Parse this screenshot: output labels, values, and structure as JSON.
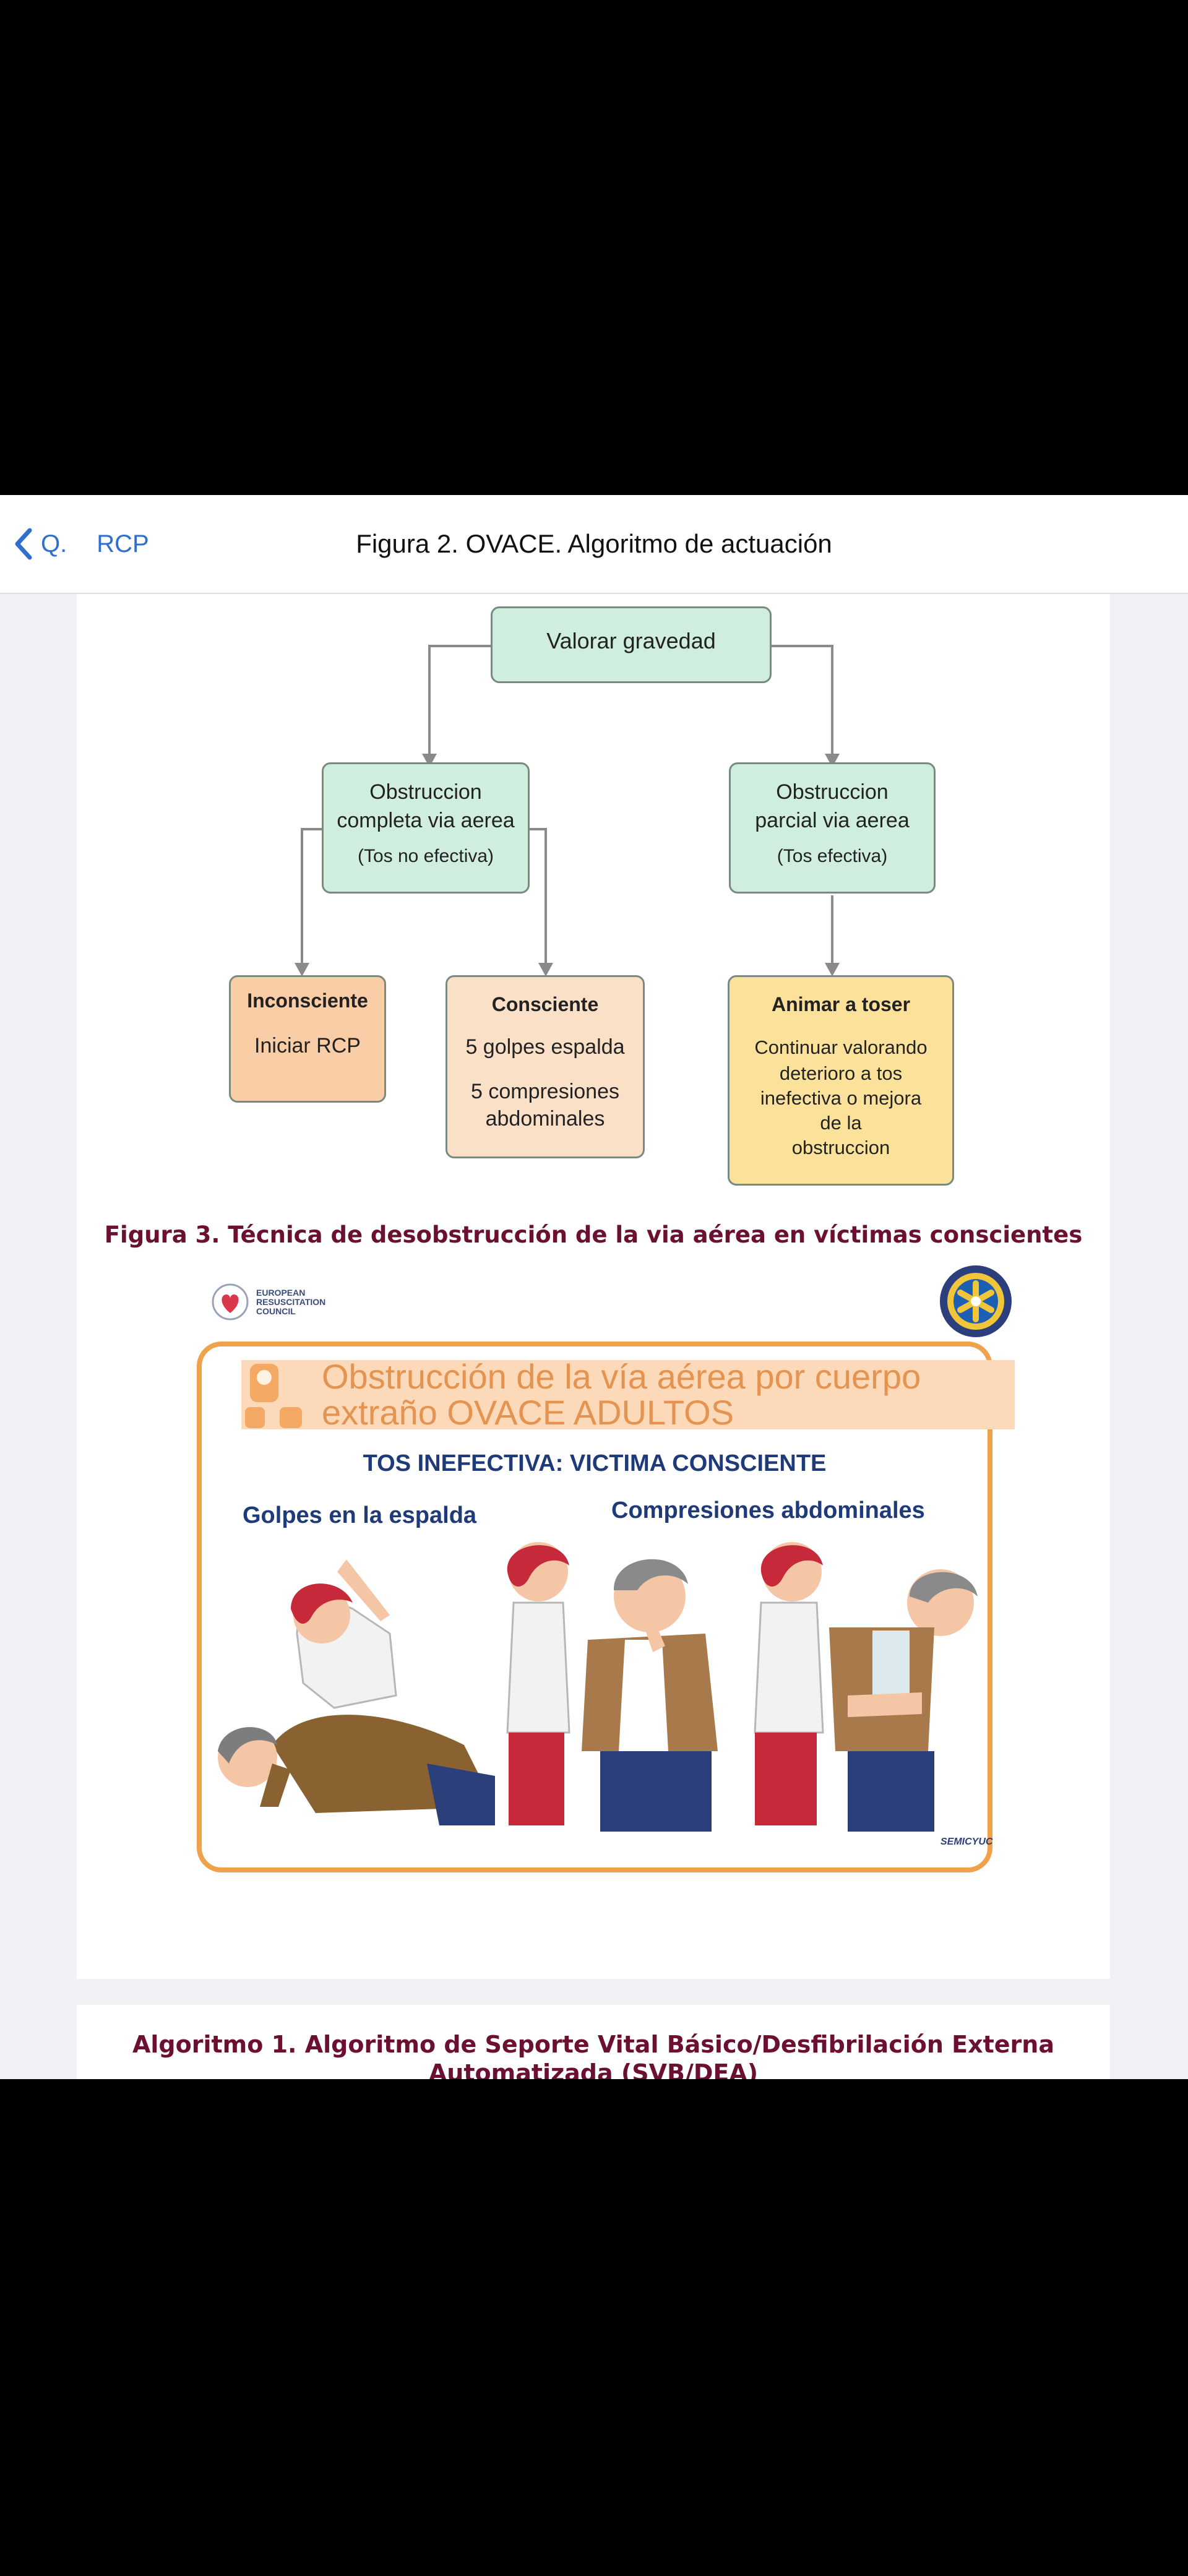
{
  "header": {
    "back_label": "Q.",
    "crumb_label": "RCP",
    "title": "Figura 2. OVACE. Algoritmo de actuación"
  },
  "flowchart": {
    "top": "Valorar gravedad",
    "complete": {
      "line1": "Obstruccion",
      "line2": "completa via aerea",
      "line3": "(Tos no efectiva)"
    },
    "partial": {
      "line1": "Obstruccion",
      "line2": "parcial via aerea",
      "line3": "(Tos efectiva)"
    },
    "unconscious": {
      "title": "Inconsciente",
      "line1": "Iniciar RCP"
    },
    "conscious": {
      "title": "Consciente",
      "line1": "5 golpes espalda",
      "line2": "5 compresiones",
      "line3": "abdominales"
    },
    "cough": {
      "title": "Animar a toser",
      "line1": "Continuar valorando",
      "line2": "deterioro a tos",
      "line3": "inefectiva o mejora",
      "line4": "de la",
      "line5": "obstruccion"
    }
  },
  "figure3": {
    "caption": "Figura 3. Técnica de desobstrucción de la via aérea en víctimas conscientes",
    "erc_line1": "EUROPEAN",
    "erc_line2": "RESUSCITATION",
    "erc_line3": "COUNCIL",
    "poster_title_1": "Obstrucción de la vía aérea por cuerpo",
    "poster_title_2": "extraño OVACE  ADULTOS",
    "subtitle": "TOS INEFECTIVA: VICTIMA CONSCIENTE",
    "left_label": "Golpes en la espalda",
    "right_label": "Compresiones  abdominales",
    "brand": "SEMICYUC"
  },
  "algorithm1": {
    "caption_1": "Algoritmo 1. Algoritmo de Seporte Vital Básico/Desfibrilación Externa",
    "caption_2": "Automatizada (SVB/DEA)"
  },
  "colors": {
    "accent": "#2f6fce",
    "caption": "#6b1030",
    "green_box": "#cfeede",
    "orange_box": "#f9cda5",
    "yellow_box": "#fbe19a",
    "poster_frame": "#f0a24a"
  }
}
